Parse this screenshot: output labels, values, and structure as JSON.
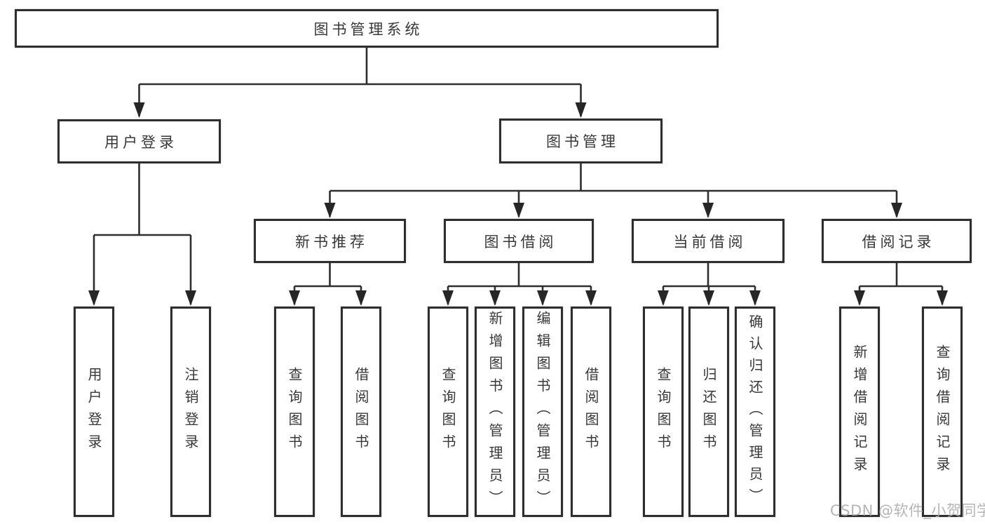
{
  "diagram_title": "图书管理系统",
  "colors": {
    "line": "#2e2e2e",
    "arrow": "#262626",
    "box_border": "#2e2e2e",
    "box_fill": "#ffffff",
    "text": "#383838",
    "watermark": "#a8a8a8"
  },
  "tree": {
    "root": "图书管理系统",
    "level2": [
      {
        "label": "用户登录",
        "children": [
          "用户登录",
          "注销登录"
        ]
      },
      {
        "label": "图书管理",
        "children": [
          {
            "label": "新书推荐",
            "children": [
              "查询图书",
              "借阅图书"
            ]
          },
          {
            "label": "图书借阅",
            "children": [
              "查询图书",
              "新增图书（管理员）",
              "编辑图书（管理员）",
              "借阅图书"
            ]
          },
          {
            "label": "当前借阅",
            "children": [
              "查询图书",
              "归还图书",
              "确认归还（管理员）"
            ]
          },
          {
            "label": "借阅记录",
            "children": [
              "新增借阅记录",
              "查询借阅记录"
            ]
          }
        ]
      }
    ]
  },
  "watermark": "CSDN @软件_小贺同学"
}
